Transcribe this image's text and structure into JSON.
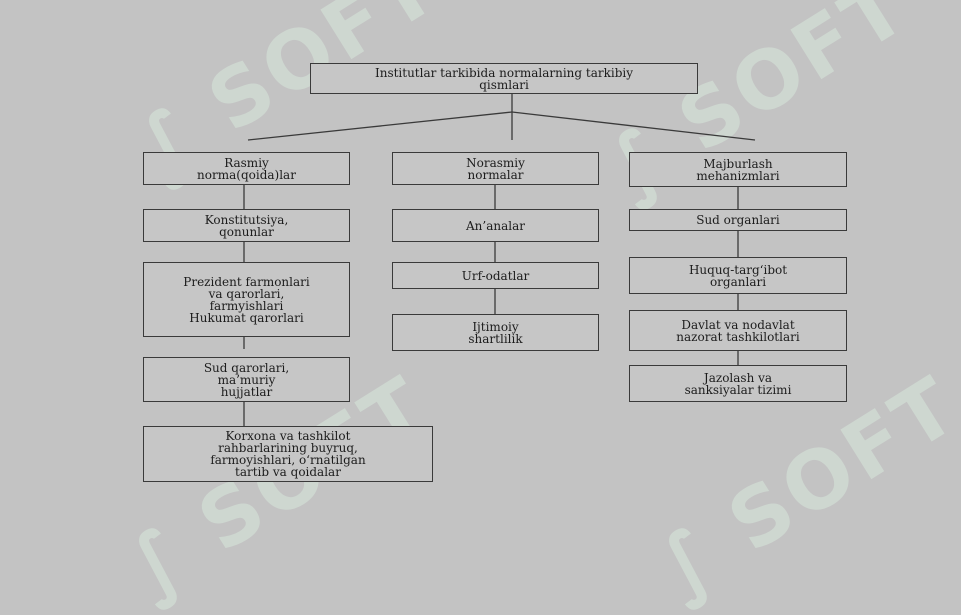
{
  "root": {
    "label": "Institutlar tarkibida normalarning tarkibiy\nqismlari"
  },
  "columns": [
    {
      "header": "Rasmiy\nnorma(qoida)lar",
      "items": [
        "Konstitutsiya,\nqonunlar",
        "Prezident farmonlari\nva qarorlari,\nfarmyishlari\nHukumat qarorlari",
        "Sud qarorlari,\nma’muriy\nhujjatlar",
        "Korxona va tashkilot\nrahbarlarining buyruq,\nfarmoyishlari, o‘rnatilgan\ntartib va qoidalar"
      ]
    },
    {
      "header": "Norasmiy\nnormalar",
      "items": [
        "An’analar",
        "Urf-odatlar",
        "Ijtimoiy\nshartlilik"
      ]
    },
    {
      "header": "Majburlash\nmehanizmlari",
      "items": [
        "Sud organlari",
        "Huquq-targ‘ibot\norganlari",
        "Davlat va nodavlat\nnazorat tashkilotlari",
        "Jazolash va\nsanksiyalar tizimi"
      ]
    }
  ],
  "colors": {
    "line": "#3a3a3a",
    "box_fill": "#c6c6c6",
    "background": "#c3c3c3",
    "watermark": "#d7e9dc"
  },
  "watermark": {
    "text": "SOFT"
  }
}
